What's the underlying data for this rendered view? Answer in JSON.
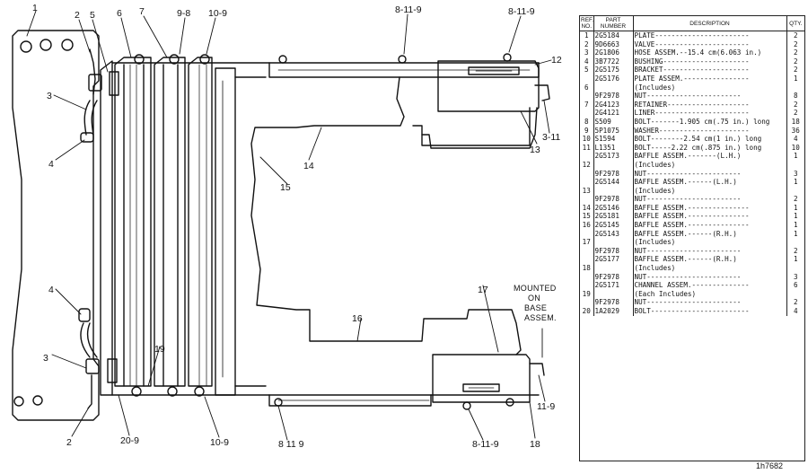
{
  "diagram": {
    "callouts": [
      {
        "id": "c1",
        "text": "1"
      },
      {
        "id": "c2a",
        "text": "2"
      },
      {
        "id": "c5",
        "text": "5"
      },
      {
        "id": "c6",
        "text": "6"
      },
      {
        "id": "c7",
        "text": "7"
      },
      {
        "id": "c98",
        "text": "9-8"
      },
      {
        "id": "c109a",
        "text": "10-9"
      },
      {
        "id": "c8119a",
        "text": "8-11-9"
      },
      {
        "id": "c8119b",
        "text": "8-11-9"
      },
      {
        "id": "c12",
        "text": "12"
      },
      {
        "id": "c311",
        "text": "3-11"
      },
      {
        "id": "c13",
        "text": "13"
      },
      {
        "id": "c3a",
        "text": "3"
      },
      {
        "id": "c4a",
        "text": "4"
      },
      {
        "id": "c14",
        "text": "14"
      },
      {
        "id": "c15",
        "text": "15"
      },
      {
        "id": "c17",
        "text": "17"
      },
      {
        "id": "c16",
        "text": "16"
      },
      {
        "id": "c4b",
        "text": "4"
      },
      {
        "id": "c3b",
        "text": "3"
      },
      {
        "id": "c19",
        "text": "19"
      },
      {
        "id": "c119",
        "text": "11-9"
      },
      {
        "id": "c18",
        "text": "18"
      },
      {
        "id": "c2b",
        "text": "2"
      },
      {
        "id": "c209",
        "text": "20-9"
      },
      {
        "id": "c109b",
        "text": "10-9"
      },
      {
        "id": "c8119c",
        "text": "8 11 9"
      },
      {
        "id": "c8119d",
        "text": "8-11-9"
      }
    ],
    "note_lines": [
      "MOUNTED",
      "ON",
      "BASE",
      "ASSEM."
    ]
  },
  "table": {
    "headers": {
      "ref": "REF. NO.",
      "part": "PART NUMBER",
      "desc": "DESCRIPTION",
      "qty": "QTY."
    },
    "rows": [
      {
        "ref": "1",
        "pn": "2G5184",
        "desc": "PLATE-----------------------",
        "qty": "2"
      },
      {
        "ref": "2",
        "pn": "9D6663",
        "desc": "VALVE-----------------------",
        "qty": "2"
      },
      {
        "ref": "3",
        "pn": "2G1806",
        "desc": "HOSE ASSEM.--15.4 cm(6.063 in.)",
        "qty": "2"
      },
      {
        "ref": "4",
        "pn": "3B7722",
        "desc": "BUSHING---------------------",
        "qty": "2"
      },
      {
        "ref": "5",
        "pn": "2G5175",
        "desc": "BRACKET---------------------",
        "qty": "2"
      },
      {
        "ref": "",
        "pn": "2G5176",
        "desc": "PLATE ASSEM.----------------",
        "qty": "1"
      },
      {
        "ref": "6",
        "pn": "",
        "desc": "  (Includes)",
        "qty": ""
      },
      {
        "ref": "",
        "pn": "9F2978",
        "desc": "   NUT-----------------------",
        "qty": "8"
      },
      {
        "ref": "7",
        "pn": "2G4123",
        "desc": "RETAINER--------------------",
        "qty": "2"
      },
      {
        "ref": "",
        "pn": "2G4121",
        "desc": "LINER-----------------------",
        "qty": "2"
      },
      {
        "ref": "8",
        "pn": "S509",
        "desc": "BOLT-------1.905 cm(.75 in.) long",
        "qty": "18"
      },
      {
        "ref": "9",
        "pn": "5P1075",
        "desc": "WASHER----------------------",
        "qty": "36"
      },
      {
        "ref": "10",
        "pn": "S1594",
        "desc": "BOLT--------2.54 cm(1 in.) long",
        "qty": "4"
      },
      {
        "ref": "11",
        "pn": "L1351",
        "desc": "BOLT-----2.22 cm(.875 in.) long",
        "qty": "10"
      },
      {
        "ref": "",
        "pn": "2G5173",
        "desc": "BAFFLE ASSEM.-------(L.H.)",
        "qty": "1"
      },
      {
        "ref": "12",
        "pn": "",
        "desc": "  (Includes)",
        "qty": ""
      },
      {
        "ref": "",
        "pn": "9F2978",
        "desc": "   NUT-----------------------",
        "qty": "3"
      },
      {
        "ref": "",
        "pn": "2G5144",
        "desc": "BAFFLE ASSEM.------(L.H.)",
        "qty": "1"
      },
      {
        "ref": "13",
        "pn": "",
        "desc": "  (Includes)",
        "qty": ""
      },
      {
        "ref": "",
        "pn": "9F2978",
        "desc": "   NUT-----------------------",
        "qty": "2"
      },
      {
        "ref": "14",
        "pn": "2G5146",
        "desc": "BAFFLE ASSEM.---------------",
        "qty": "1"
      },
      {
        "ref": "15",
        "pn": "2G5181",
        "desc": "BAFFLE ASSEM.---------------",
        "qty": "1"
      },
      {
        "ref": "16",
        "pn": "2G5145",
        "desc": "BAFFLE ASSEM.---------------",
        "qty": "1"
      },
      {
        "ref": "",
        "pn": "2G5143",
        "desc": "BAFFLE ASSEM.------(R.H.)",
        "qty": "1"
      },
      {
        "ref": "17",
        "pn": "",
        "desc": "  (Includes)",
        "qty": ""
      },
      {
        "ref": "",
        "pn": "9F2978",
        "desc": "   NUT-----------------------",
        "qty": "2"
      },
      {
        "ref": "",
        "pn": "2G5177",
        "desc": "BAFFLE ASSEM.------(R.H.)",
        "qty": "1"
      },
      {
        "ref": "18",
        "pn": "",
        "desc": "  (Includes)",
        "qty": ""
      },
      {
        "ref": "",
        "pn": "9F2978",
        "desc": "   NUT-----------------------",
        "qty": "3"
      },
      {
        "ref": "",
        "pn": "2G5171",
        "desc": "CHANNEL ASSEM.--------------",
        "qty": "6"
      },
      {
        "ref": "19",
        "pn": "",
        "desc": "  (Each Includes)",
        "qty": ""
      },
      {
        "ref": "",
        "pn": "9F2978",
        "desc": "   NUT-----------------------",
        "qty": "2"
      },
      {
        "ref": "20",
        "pn": "1A2029",
        "desc": "BOLT------------------------",
        "qty": "4"
      }
    ]
  },
  "catalog_code": "1h7682"
}
